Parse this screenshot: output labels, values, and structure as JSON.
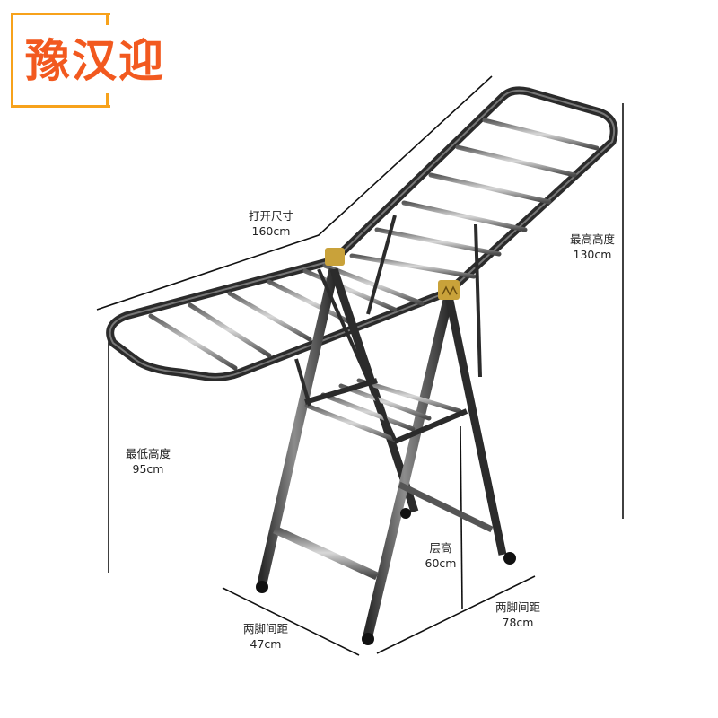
{
  "brand": {
    "logo_text": "豫汉迎",
    "frame_color": "#f7a21b",
    "text_color": "#f2591f"
  },
  "product": {
    "type": "folding clothes drying rack",
    "frame_color": "#2b2b2b",
    "rod_color": "#9a9a9a",
    "hinge_color": "#c9a23a"
  },
  "dimensions": {
    "open_size": {
      "label": "打开尺寸",
      "value": "160cm"
    },
    "max_height": {
      "label": "最高高度",
      "value": "130cm"
    },
    "min_height": {
      "label": "最低高度",
      "value": "95cm"
    },
    "layer_height": {
      "label": "层高",
      "value": "60cm"
    },
    "leg_span_side": {
      "label": "两脚间距",
      "value": "47cm"
    },
    "leg_span_front": {
      "label": "两脚间距",
      "value": "78cm"
    }
  }
}
